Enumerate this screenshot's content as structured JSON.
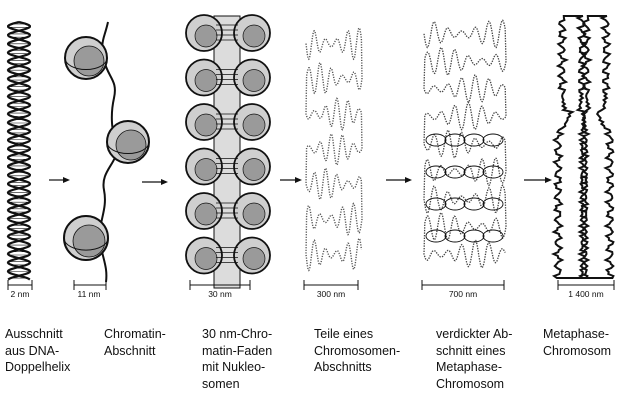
{
  "stages": [
    {
      "scale": "2 nm",
      "caption": "Ausschnitt\naus DNA-\nDoppelhelix"
    },
    {
      "scale": "11 nm",
      "caption": "Chromatin-\nAbschnitt"
    },
    {
      "scale": "30 nm",
      "caption": "30 nm-Chro-\nmatin-Faden\nmit Nukleo-\nsomen"
    },
    {
      "scale": "300 nm",
      "caption": "Teile eines\nChromosomen-\nAbschnitts"
    },
    {
      "scale": "700 nm",
      "caption": "verdickter Ab-\nschnitt eines\nMetaphase-\nChromosom"
    },
    {
      "scale": "1 400 nm",
      "caption": "Metaphase-\nChromosom"
    }
  ],
  "colors": {
    "ink": "#111111",
    "fill": "#cfcfcf",
    "fill_dark": "#9a9a9a"
  }
}
